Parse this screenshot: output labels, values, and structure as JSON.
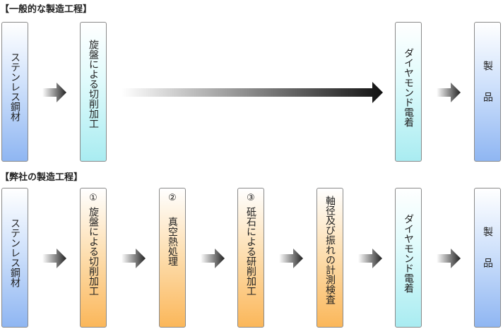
{
  "headings": {
    "general": "【一般的な製造工程】",
    "ours": "【弊社の製造工程】"
  },
  "general_process": [
    {
      "label": "ステンレス鋼材"
    },
    {
      "label": "旋盤による切削加工"
    },
    {
      "label": "ダイヤモンド電着"
    },
    {
      "label": "製品"
    }
  ],
  "our_process": [
    {
      "label": "ステンレス鋼材"
    },
    {
      "num": "①",
      "label": "旋盤による切削加工"
    },
    {
      "num": "②",
      "label": "真空熱処理"
    },
    {
      "num": "③",
      "label": "砥石による研削加工"
    },
    {
      "label": "軸径及び振れの計測検査"
    },
    {
      "label": "ダイヤモンド電着"
    },
    {
      "label": "製品"
    }
  ],
  "colors": {
    "material": "#8fb6f2",
    "cyan": "#a9ecf1",
    "orange": "#fbb75a",
    "arrow": "#2a2a2a"
  }
}
